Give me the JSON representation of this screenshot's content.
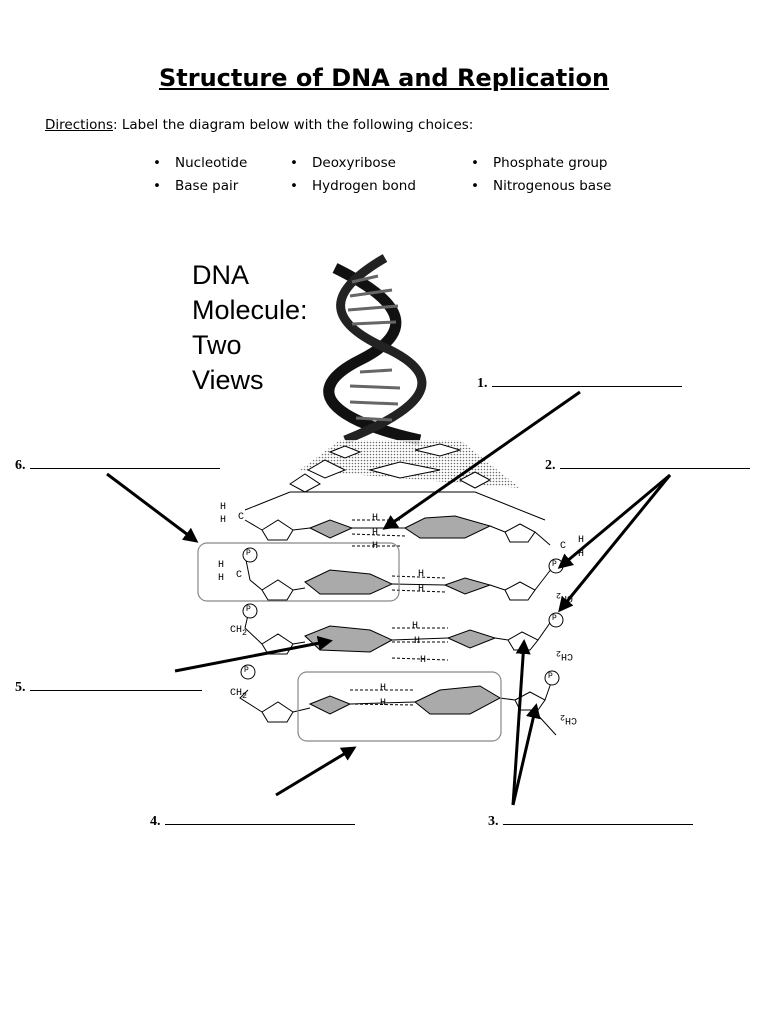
{
  "title": "Structure of DNA and Replication",
  "directions": {
    "label": "Directions",
    "text": ": Label the diagram below with the following choices:"
  },
  "choices": [
    "Nucleotide",
    "Deoxyribose",
    "Phosphate group",
    "Base pair",
    "Hydrogen bond",
    "Nitrogenous base"
  ],
  "diagram": {
    "heading": [
      "DNA",
      "Molecule:",
      "Two",
      "Views"
    ],
    "atoms": {
      "hydrogen": "H",
      "carbon": "C",
      "phosphate": "P",
      "methylene": "CH",
      "subscript": "2"
    }
  },
  "answers": [
    {
      "number": "1."
    },
    {
      "number": "2."
    },
    {
      "number": "3."
    },
    {
      "number": "4."
    },
    {
      "number": "5."
    },
    {
      "number": "6."
    }
  ]
}
